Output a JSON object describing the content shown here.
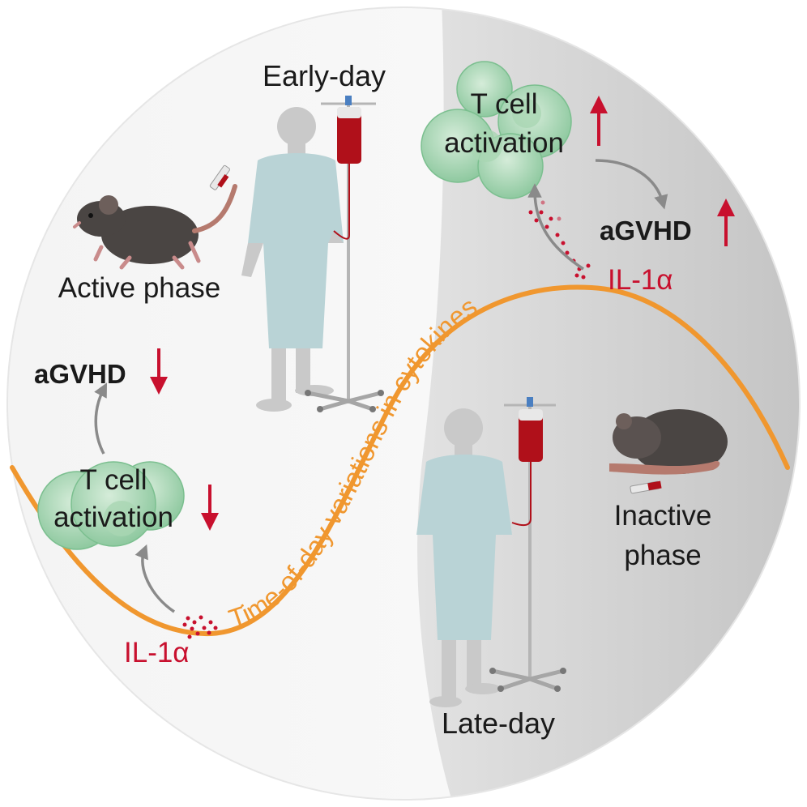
{
  "early_label": "Early-day",
  "late_label": "Late-day",
  "left": {
    "phase_label": "Active phase",
    "tcell_line1": "T cell",
    "tcell_line2": "activation",
    "agvhd_label": "aGVHD",
    "cytokine_label": "IL-1α",
    "direction": "down"
  },
  "right": {
    "phase_line1": "Inactive",
    "phase_line2": "phase",
    "tcell_line1": "T cell",
    "tcell_line2": "activation",
    "agvhd_label": "aGVHD",
    "cytokine_label": "IL-1α",
    "direction": "up"
  },
  "curve_label": "Time-of-day variations in cytokines",
  "colors": {
    "curve": "#f0972f",
    "arrow_red": "#c8102e",
    "tcell_green": "#8fc9a0",
    "gown": "#b9d3d6",
    "silhouette": "#c9c9c9",
    "mouse": "#4a4543",
    "blood": "#b0101a",
    "gray_arrow": "#8a8a8a",
    "panel_right": "#d2d2d2"
  }
}
